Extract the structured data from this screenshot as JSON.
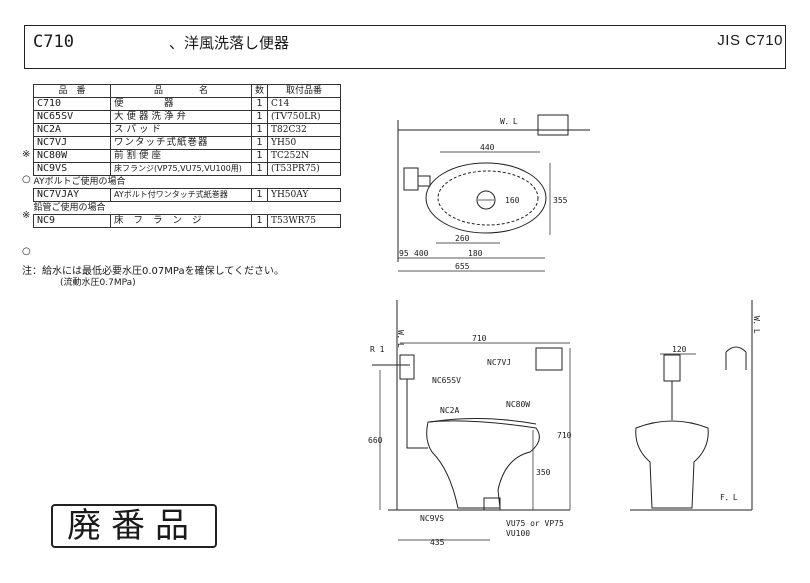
{
  "header": {
    "code": "C710",
    "title": "、洋風洗落し便器",
    "standard": "JIS C710"
  },
  "table": {
    "headers": [
      "品　番",
      "品　　　　名",
      "数",
      "取付品番"
    ],
    "rows": [
      {
        "code": "C710",
        "name": "便　　　器",
        "qty": "1",
        "ref": "C14",
        "mark": ""
      },
      {
        "code": "NC65SV",
        "name": "大便器洗浄弁",
        "qty": "1",
        "ref": "(TV750LR)",
        "mark": ""
      },
      {
        "code": "NC2A",
        "name": "スパッド",
        "qty": "1",
        "ref": "T82C32",
        "mark": ""
      },
      {
        "code": "NC7VJ",
        "name": "ワンタッチ式紙巻器",
        "qty": "1",
        "ref": "YH50",
        "mark": "※"
      },
      {
        "code": "NC80W",
        "name": "前割便座",
        "qty": "1",
        "ref": "TC252N",
        "mark": ""
      },
      {
        "code": "NC9VS",
        "name": "床フランジ(VP75,VU75,VU100用)",
        "qty": "1",
        "ref": "(T53PR75)",
        "mark": "○"
      }
    ],
    "section1": "AYボルトご使用の場合",
    "row_ay": {
      "code": "NC7VJAY",
      "name": "AYボルト付ワンタッチ式紙巻器",
      "qty": "1",
      "ref": "YH50AY",
      "mark": "※"
    },
    "section2": "鉛管ご使用の場合",
    "row_lead": {
      "code": "NC9",
      "name": "床フランジ",
      "qty": "1",
      "ref": "T53WR75",
      "mark": "○"
    }
  },
  "notes": {
    "line1": "注：給水には最低必要水圧0.07MPaを確保してください。",
    "line2": "(流動水圧0.7MPa)"
  },
  "stamp": "廃番品",
  "plan": {
    "wl": "W．L",
    "d440": "440",
    "d160": "160",
    "d355": "355",
    "d260": "260",
    "d180": "180",
    "d95": "95",
    "d400": "400",
    "d655": "655"
  },
  "side": {
    "r1": "R 1",
    "wl": "W．L",
    "d710h": "710",
    "nc7vj": "NC7VJ",
    "nc65sv": "NC65SV",
    "nc80w": "NC80W",
    "nc2a": "NC2A",
    "d660": "660",
    "d710v": "710",
    "d350": "350",
    "nc9vs": "NC9VS",
    "vu75": "VU75 or VP75",
    "vu100": "VU100",
    "d435": "435"
  },
  "front": {
    "wl": "W．L",
    "d120": "120",
    "fl": "F．L"
  }
}
